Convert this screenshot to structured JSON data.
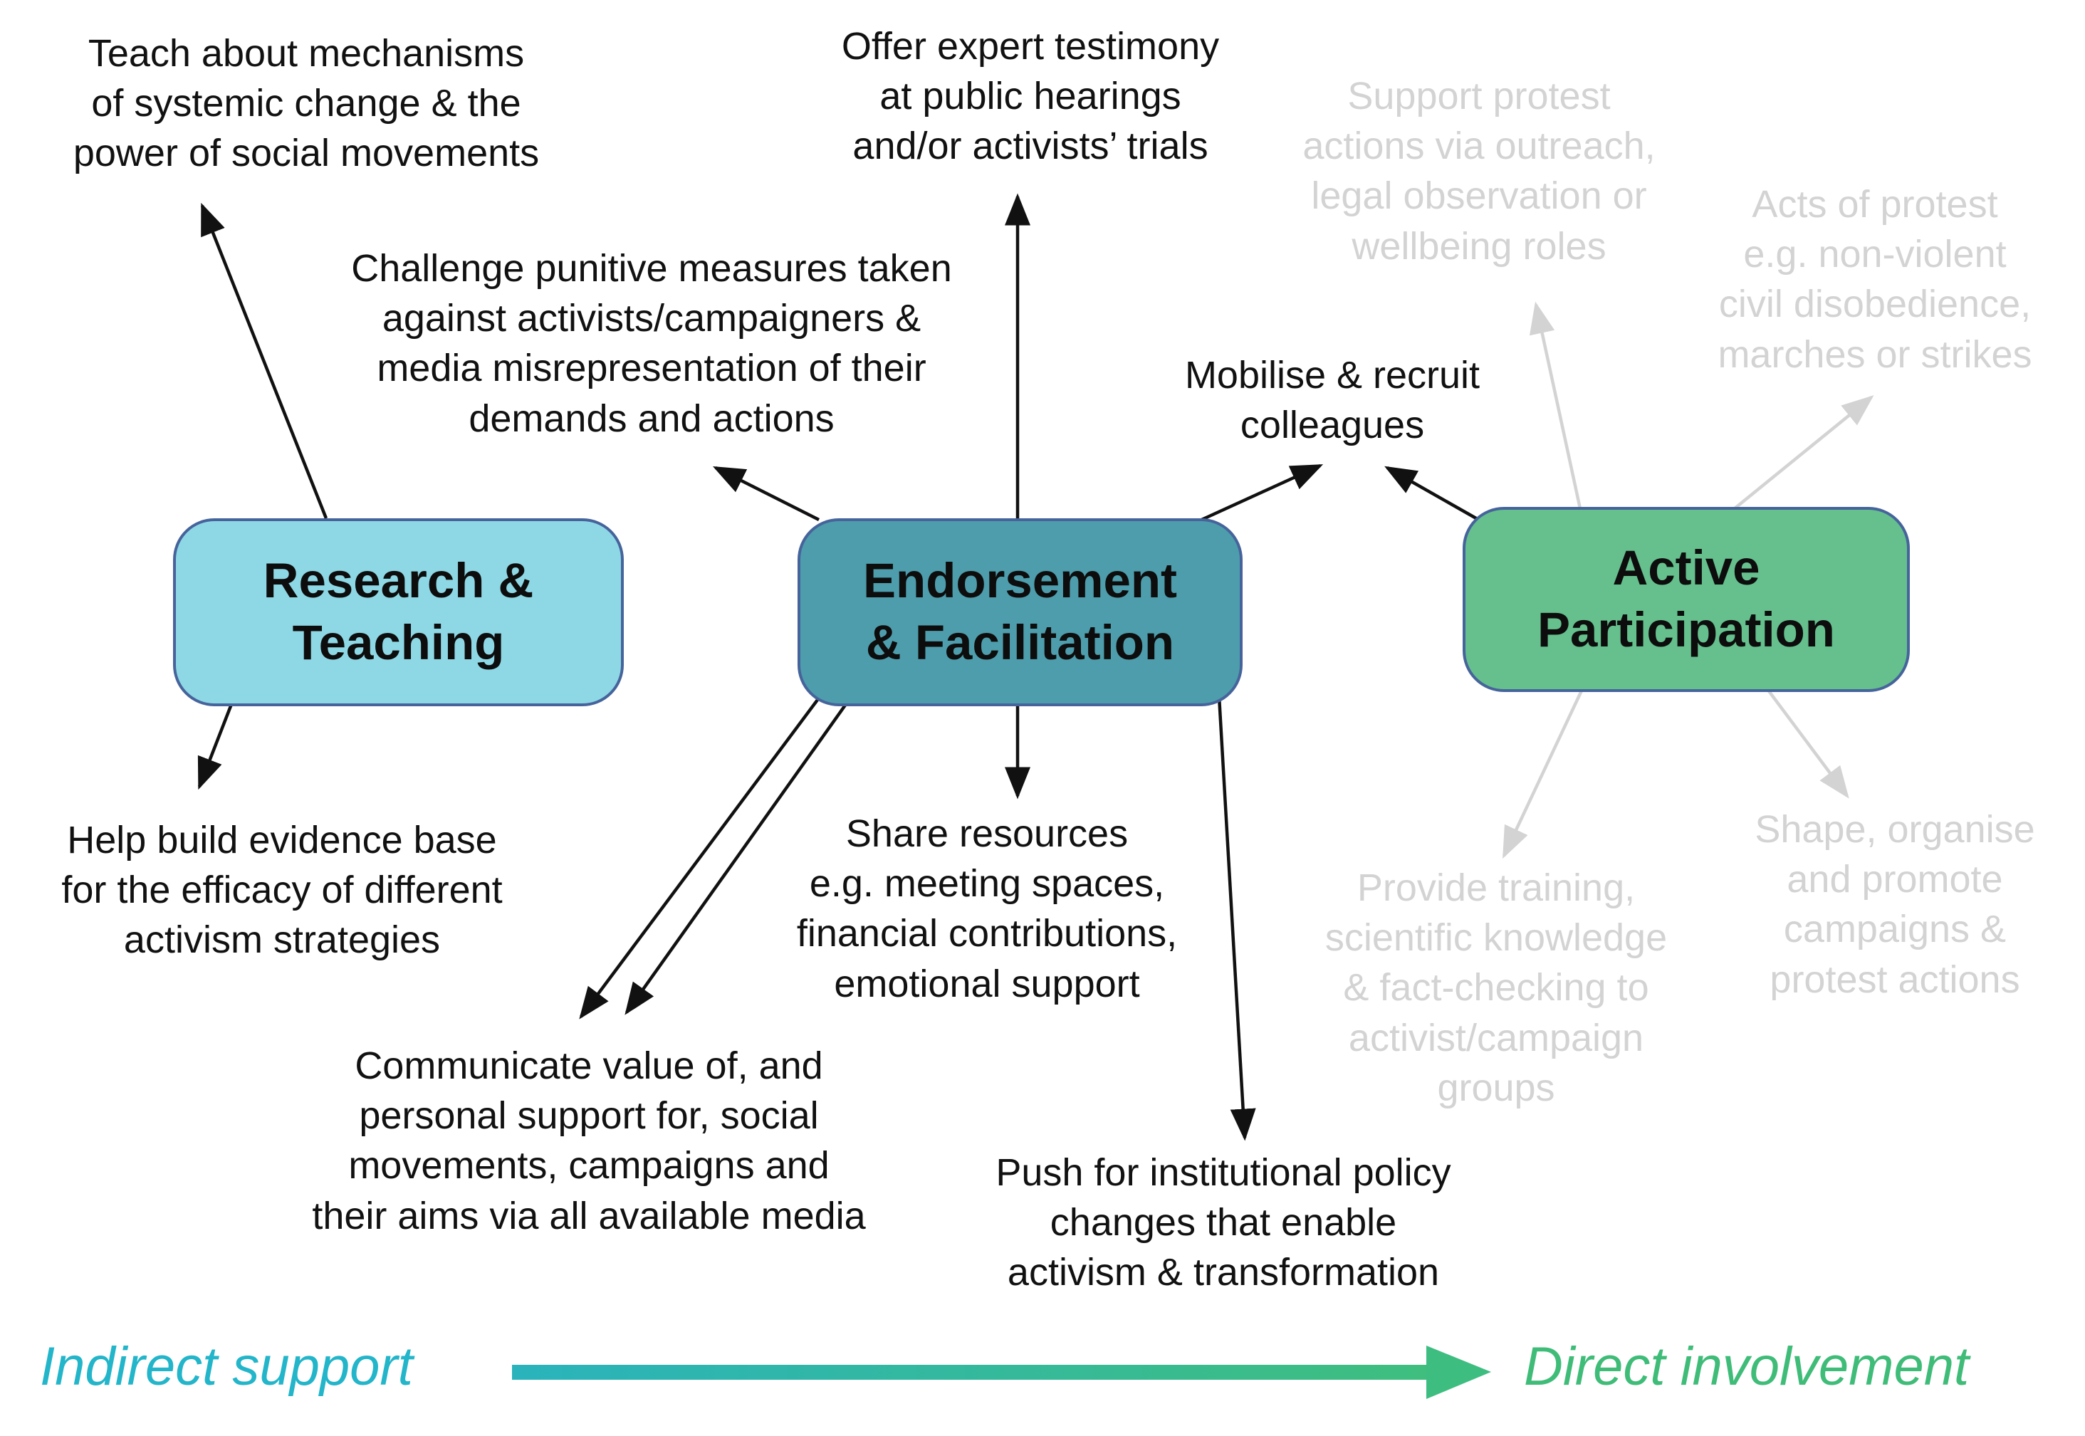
{
  "nodes": {
    "research_teaching": "Research &\nTeaching",
    "endorsement_facilitation": "Endorsement\n& Facilitation",
    "active_participation": "Active\nParticipation"
  },
  "labels": {
    "teach": "Teach about mechanisms\nof systemic change & the\npower of social movements",
    "offer_testimony": "Offer expert testimony\nat public hearings\nand/or activists’ trials",
    "support_protest": "Support protest\nactions via outreach,\nlegal observation or\nwellbeing roles",
    "acts_of_protest": "Acts of protest\ne.g. non-violent\ncivil disobedience,\nmarches or strikes",
    "challenge_punitive": "Challenge punitive measures taken\nagainst activists/campaigners &\nmedia misrepresentation of their\ndemands and actions",
    "mobilise": "Mobilise & recruit\ncolleagues",
    "help_build": "Help build evidence base\nfor the efficacy of different\nactivism strategies",
    "share_resources": "Share resources\ne.g. meeting spaces,\nfinancial contributions,\nemotional support",
    "provide_training": "Provide training,\nscientific knowledge\n& fact-checking to\nactivist/campaign\ngroups",
    "shape_organise": "Shape, organise\nand promote\ncampaigns &\nprotest actions",
    "communicate": "Communicate value of, and\npersonal support for, social\nmovements, campaigns and\ntheir aims via all available media",
    "push_policy": "Push for institutional policy\nchanges that enable\nactivism & transformation"
  },
  "axis": {
    "indirect": "Indirect support",
    "direct": "Direct involvement"
  },
  "colors": {
    "research_teaching_bg": "#8ed8e6",
    "endorsement_facilitation_bg": "#4e9dac",
    "active_participation_bg": "#65c08d",
    "node_border": "#46649b",
    "text_black": "#111111",
    "text_faded": "#d3d3d3",
    "arrow_black": "#111111",
    "arrow_faded": "#d3d3d3",
    "axis_indirect_text": "#23b5c9",
    "axis_direct_text": "#3fbc78",
    "axis_gradient_start": "#2ab3bc",
    "axis_gradient_end": "#3fbe7e"
  }
}
